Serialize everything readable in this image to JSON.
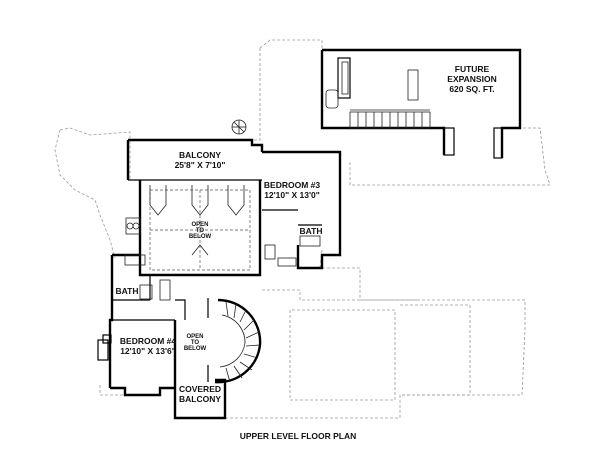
{
  "plan_title": "UPPER LEVEL FLOOR PLAN",
  "rooms": {
    "future_expansion": {
      "line1": "FUTURE",
      "line2": "EXPANSION",
      "line3": "620 SQ. FT."
    },
    "balcony": {
      "name": "BALCONY",
      "dims": "25'8\" X 7'10\""
    },
    "bedroom3": {
      "name": "BEDROOM #3",
      "dims": "12'10\" X 13'0\""
    },
    "bath_right": {
      "name": "BATH"
    },
    "bath_left": {
      "name": "BATH"
    },
    "bedroom4": {
      "name": "BEDROOM #4",
      "dims": "12'10\" X 13'6\""
    },
    "covered_balcony": {
      "line1": "COVERED",
      "line2": "BALCONY"
    }
  },
  "notes": {
    "open_below_center": {
      "line1": "OPEN",
      "line2": "TO",
      "line3": "BELOW"
    },
    "open_below_stair": {
      "line1": "OPEN",
      "line2": "TO",
      "line3": "BELOW"
    }
  }
}
